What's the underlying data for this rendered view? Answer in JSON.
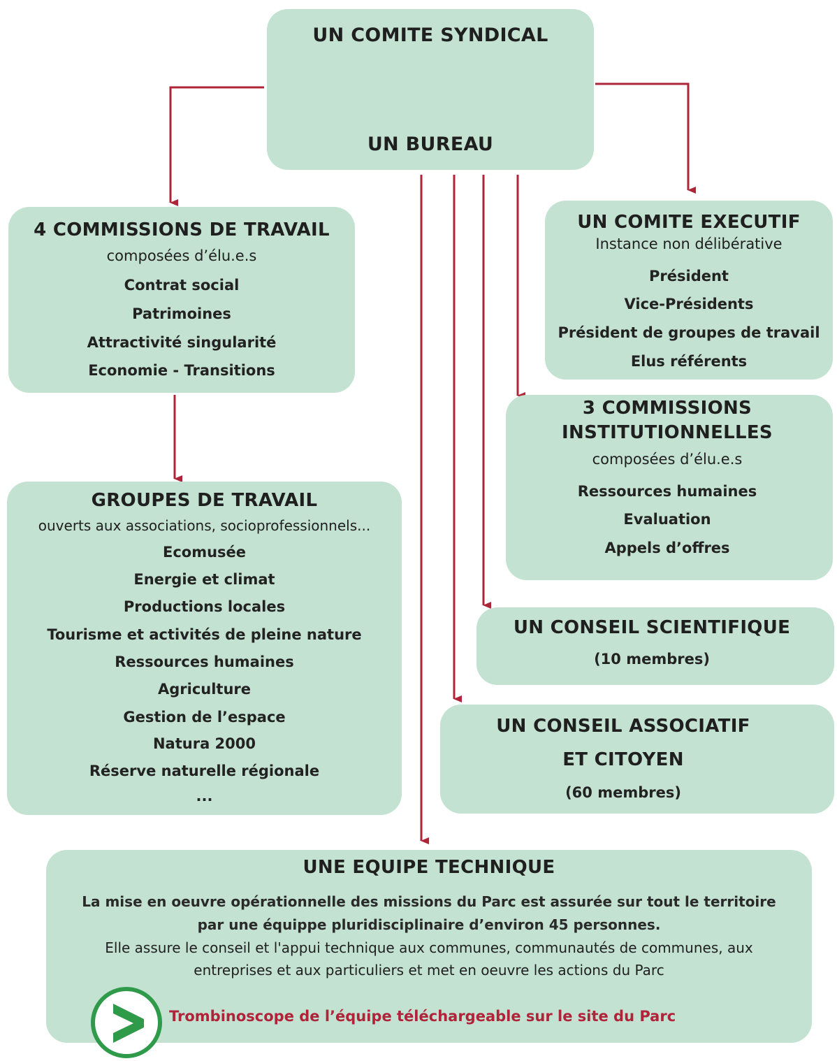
{
  "comite_syndical": {
    "title": "UN COMITE SYNDICAL",
    "bureau": "UN BUREAU"
  },
  "commissions_travail": {
    "title": "4 COMMISSIONS DE TRAVAIL",
    "subtitle": "composées d’élu.e.s",
    "items": [
      "Contrat social",
      "Patrimoines",
      "Attractivité singularité",
      "Economie - Transitions"
    ]
  },
  "comite_executif": {
    "title": "UN COMITE EXECUTIF",
    "subtitle": "Instance non délibérative",
    "items": [
      "Président",
      "Vice-Présidents",
      "Président de groupes de travail",
      "Elus référents"
    ]
  },
  "commissions_institutionnelles": {
    "title_line1": "3 COMMISSIONS",
    "title_line2": "INSTITUTIONNELLES",
    "subtitle": "composées d’élu.e.s",
    "items": [
      "Ressources humaines",
      "Evaluation",
      "Appels d’offres"
    ]
  },
  "groupes_travail": {
    "title": "GROUPES DE TRAVAIL",
    "subtitle": "ouverts aux associations, socioprofessionnels...",
    "items": [
      "Ecomusée",
      "Energie et climat",
      "Productions locales",
      "Tourisme et activités de pleine nature",
      "Ressources humaines",
      "Agriculture",
      "Gestion de l’espace",
      "Natura 2000",
      "Réserve naturelle régionale",
      "..."
    ]
  },
  "conseil_scientifique": {
    "title": "UN CONSEIL SCIENTIFIQUE",
    "members": "(10 membres)"
  },
  "conseil_associatif": {
    "title_line1": "UN CONSEIL ASSOCIATIF",
    "title_line2": "ET CITOYEN",
    "members": "(60 membres)"
  },
  "equipe_technique": {
    "title": "UNE EQUIPE TECHNIQUE",
    "para1_line1": "La mise en oeuvre opérationnelle des missions du Parc est assurée sur tout le territoire",
    "para1_line2": "par une équippe pluridisciplinaire d’environ 45 personnes.",
    "para2_line1": "Elle assure le conseil et l'appui technique aux communes, communautés de communes, aux",
    "para2_line2": "entreprises et aux particuliers et met en oeuvre les actions du Parc",
    "link": "Trombinoscope de l’équipe téléchargeable sur le site du Parc"
  },
  "colors": {
    "box": "#c3e2d2",
    "arrow": "#b0243a",
    "link": "#b0243a",
    "logo_green": "#2e9a4a"
  },
  "icons": {
    "link_icon": "green-chevron-circle-icon"
  }
}
